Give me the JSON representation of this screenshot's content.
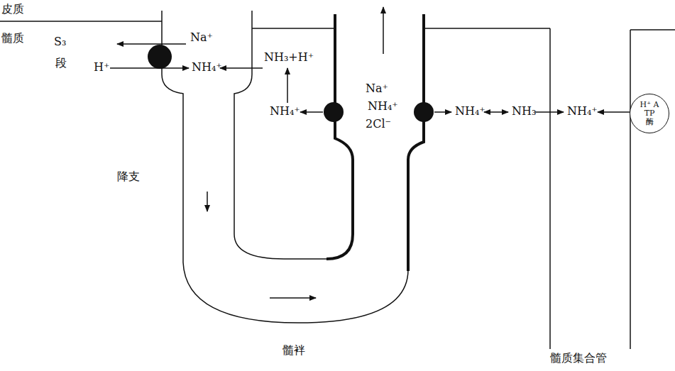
{
  "diagram": {
    "nodes": [
      {
        "text": [
          "H⁺ ATP 酶"
        ]
      }
    ],
    "labels": [
      "皮质",
      "髓质",
      "S₃",
      "段",
      "Na⁺",
      "H⁺",
      "NH₄⁺",
      "NH₃+H⁺",
      "NH₄⁺",
      "Na⁺",
      "NH₄⁺",
      "2Cl⁻",
      "NH₄⁺",
      "NH₃",
      "NH₄⁺",
      "降支",
      "髓袢",
      "髓质集合管"
    ]
  }
}
